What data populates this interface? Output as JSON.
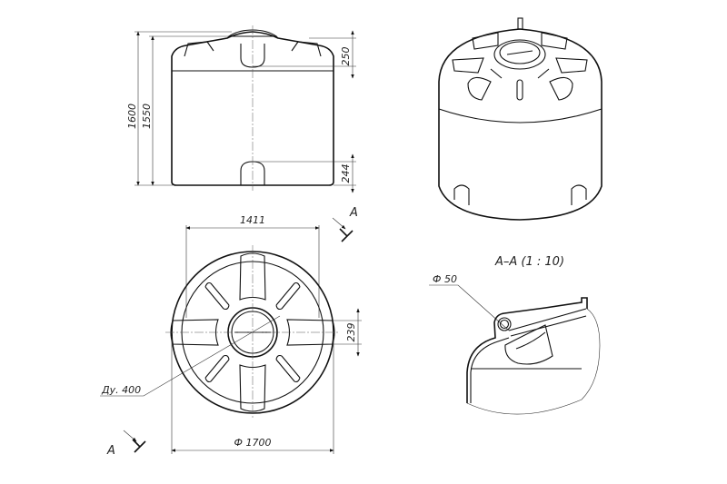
{
  "drawing": {
    "front_view": {
      "dim_total_height": "1600",
      "dim_body_height": "1550",
      "dim_top_handle": "250",
      "dim_bottom_handle": "244"
    },
    "top_view": {
      "dim_width": "1411",
      "dim_handle": "239",
      "neck_label": "Ду. 400",
      "dim_diameter": "Ф 1700",
      "section_mark_top": "A",
      "section_mark_bottom": "A"
    },
    "section_view": {
      "title": "A–A (1 : 10)",
      "pipe_label": "Ф 50"
    }
  }
}
